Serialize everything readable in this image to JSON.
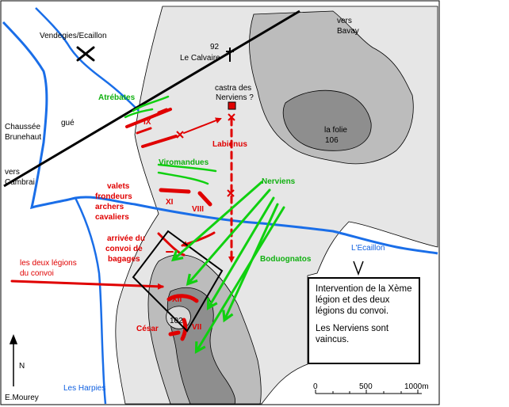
{
  "places": {
    "vendegies": "Vendegies/Ecaillon",
    "vers_bavay_1": "vers",
    "vers_bavay_2": "Bavay",
    "calvaire_alt": "92",
    "calvaire": "Le Calvaire",
    "castra_1": "castra des",
    "castra_2": "Nerviens ?",
    "folie_1": "la folie",
    "folie_2": "106",
    "chaussee_1": "Chaussée",
    "chaussee_2": "Brunehaut",
    "gue": "gué",
    "vers_cambrai_1": "vers",
    "vers_cambrai_2": "Cambrai",
    "ecaillon": "L'Ecaillon",
    "harpies": "Les Harpies",
    "hill_102": "102",
    "author": "E.Mourey",
    "north": "N"
  },
  "roman": {
    "labienus": "Labienus",
    "ix": "IX",
    "x": "X",
    "xi": "XI",
    "viii": "VIII",
    "xii": "XII",
    "vii": "VII",
    "cesar": "César",
    "valets_1": "valets",
    "valets_2": "frondeurs",
    "valets_3": "archers",
    "valets_4": "cavaliers",
    "convoi_1": "arrivée du",
    "convoi_2": "convoi de",
    "convoi_3": "bagages",
    "legions_1": "les  deux légions",
    "legions_2": "du convoi"
  },
  "tribes": {
    "atrebates": "Atrébates",
    "viromandues": "Viromandues",
    "nerviens": "Nerviens",
    "boduognatos": "Boduognatos"
  },
  "caption": {
    "line1": "Intervention de la Xème légion et des deux légions du convoi.",
    "line2": "Les Nerviens sont vaincus."
  },
  "scale": {
    "t0": "0",
    "t500": "500",
    "t1000": "1000m"
  },
  "colors": {
    "roman": "#e00000",
    "gaul": "#10d010",
    "river": "#1a6ee8",
    "relief_light": "#e6e6e6",
    "relief_mid": "#bcbcbc",
    "relief_dark": "#8e8e8e"
  }
}
